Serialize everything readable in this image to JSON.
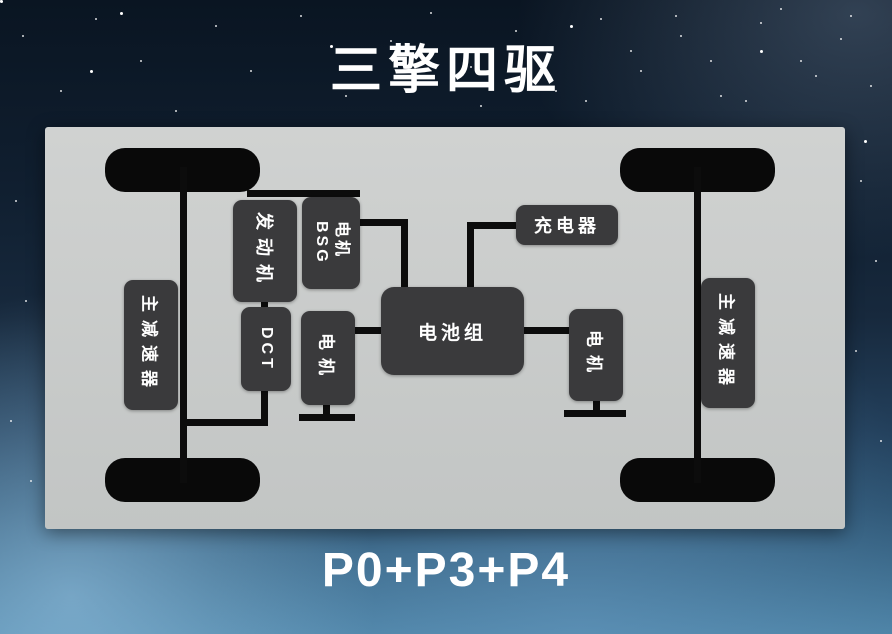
{
  "title": "三擎四驱",
  "footer": "P0+P3+P4",
  "diagram": {
    "engine": "发动机",
    "bsg": {
      "line1": "BSG",
      "line2": "电机"
    },
    "charger": "充电器",
    "dct": "DCT",
    "front_motor": "电机",
    "battery": "电池组",
    "rear_motor": "电机",
    "front_reducer": "主减速器",
    "rear_reducer": "主减速器"
  }
}
